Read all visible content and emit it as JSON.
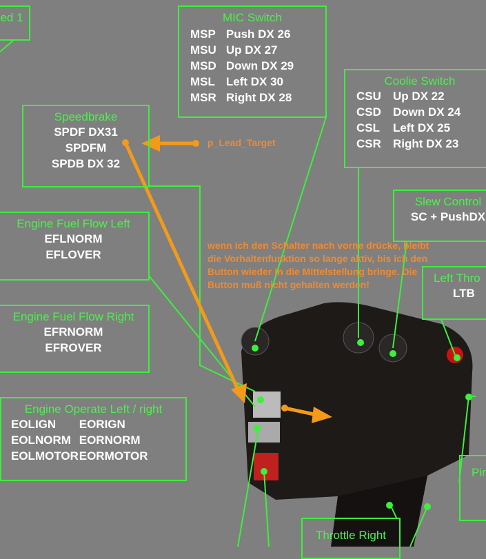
{
  "boxes": {
    "top_left": {
      "title": "ed 1"
    },
    "mic": {
      "title": "MIC Switch",
      "rows": [
        [
          "MSP",
          "Push DX 26"
        ],
        [
          "MSU",
          "Up DX 27"
        ],
        [
          "MSD",
          "Down DX 29"
        ],
        [
          "MSL",
          "Left DX 30"
        ],
        [
          "MSR",
          "Right DX 28"
        ]
      ]
    },
    "coolie": {
      "title": "Coolie Switch",
      "rows": [
        [
          "CSU",
          "Up DX 22"
        ],
        [
          "CSD",
          "Down DX 24"
        ],
        [
          "CSL",
          "Left DX  25"
        ],
        [
          "CSR",
          "Right DX 23"
        ]
      ]
    },
    "speedbrake": {
      "title": "Speedbrake",
      "lines": [
        "SPDF DX31",
        "SPDFM",
        "SPDB DX 32"
      ]
    },
    "slew": {
      "title": "Slew Control",
      "lines": [
        "SC + PushDX"
      ]
    },
    "effl": {
      "title": "Engine Fuel Flow Left",
      "lines": [
        "EFLNORM",
        "EFLOVER"
      ]
    },
    "left_throttle": {
      "title": "Left Thro",
      "lines": [
        "LTB"
      ]
    },
    "effr": {
      "title": "Engine Fuel Flow Right",
      "lines": [
        "EFRNORM",
        "EFROVER"
      ]
    },
    "engop": {
      "title": "Engine Operate Left / right",
      "rows": [
        [
          "EOLIGN",
          "EORIGN"
        ],
        [
          "EOLNORM",
          "EORNORM"
        ],
        [
          "EOLMOTOR",
          "EORMOTOR"
        ]
      ]
    },
    "pin": {
      "title": "Pin"
    },
    "throttle_right": {
      "title": "Throttle Right"
    }
  },
  "annotations": {
    "target": "p_Lead_Target",
    "note": "wenn ich den Schalter nach vorne drücke, bleibt die Vorhaltenfunktion so lange aktiv, bis ich den Button wieder in die Mittelstellung bringe. Die Button muß nicht gehalten werden!"
  }
}
